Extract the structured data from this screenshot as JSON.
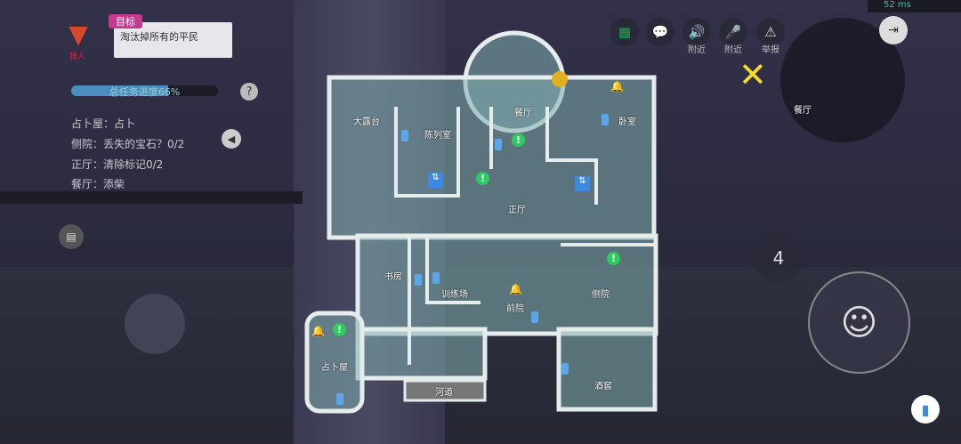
{
  "status": {
    "ping": "52 ms"
  },
  "objective": {
    "tag": "目标",
    "text": "淘汰掉所有的平民",
    "role": "狼人"
  },
  "progress": {
    "label": "总任务进度66%",
    "value": 66
  },
  "tasks": [
    "占卜屋：占卜",
    "侧院：丢失的宝石？0/2",
    "正厅：清除标记0/2",
    "餐厅：添柴"
  ],
  "toolbar": [
    {
      "icon": "notebook-icon",
      "label": ""
    },
    {
      "icon": "chat-icon",
      "label": ""
    },
    {
      "icon": "speaker-icon",
      "label": "附近"
    },
    {
      "icon": "mic-icon",
      "label": "附近"
    },
    {
      "icon": "report-icon",
      "label": "举报"
    }
  ],
  "minimap": {
    "room": "餐厅"
  },
  "map": {
    "rooms": [
      "大露台",
      "陈列室",
      "餐厅",
      "卧室",
      "正厅",
      "书房",
      "训练场",
      "前院",
      "侧院",
      "占卜屋",
      "河道",
      "酒窖"
    ]
  },
  "skill": {
    "count": "4"
  },
  "colors": {
    "accent": "#c53a8e",
    "progress": "#4b8fc0",
    "task": "#2ecc60"
  }
}
